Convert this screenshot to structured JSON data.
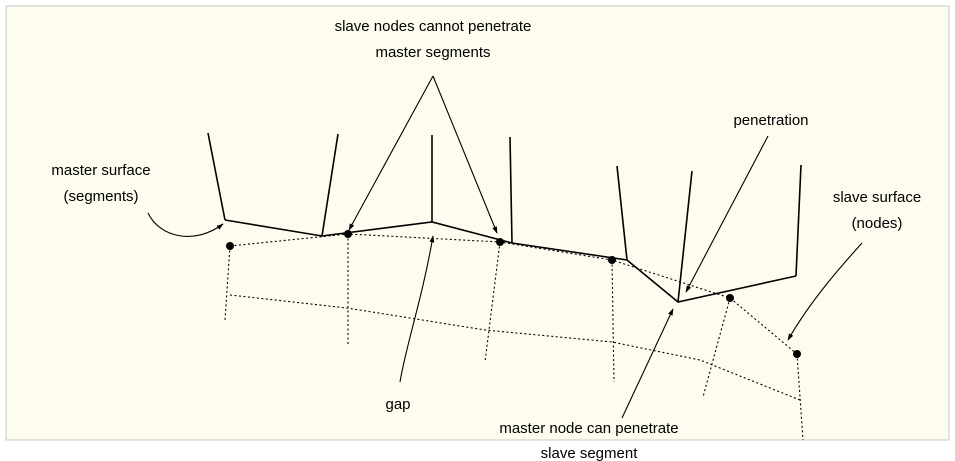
{
  "diagram": {
    "background_color": "#fdfcef",
    "border_color": "#c8c8c8",
    "labels": {
      "slave_nodes_cannot": {
        "line1": "slave nodes cannot penetrate",
        "line2": "master segments"
      },
      "penetration": "penetration",
      "master_surface": {
        "line1": "master surface",
        "line2": "(segments)"
      },
      "slave_surface": {
        "line1": "slave surface",
        "line2": "(nodes)"
      },
      "gap": "gap",
      "master_node_can": {
        "line1": "master node can penetrate",
        "line2": "slave segment"
      }
    }
  }
}
